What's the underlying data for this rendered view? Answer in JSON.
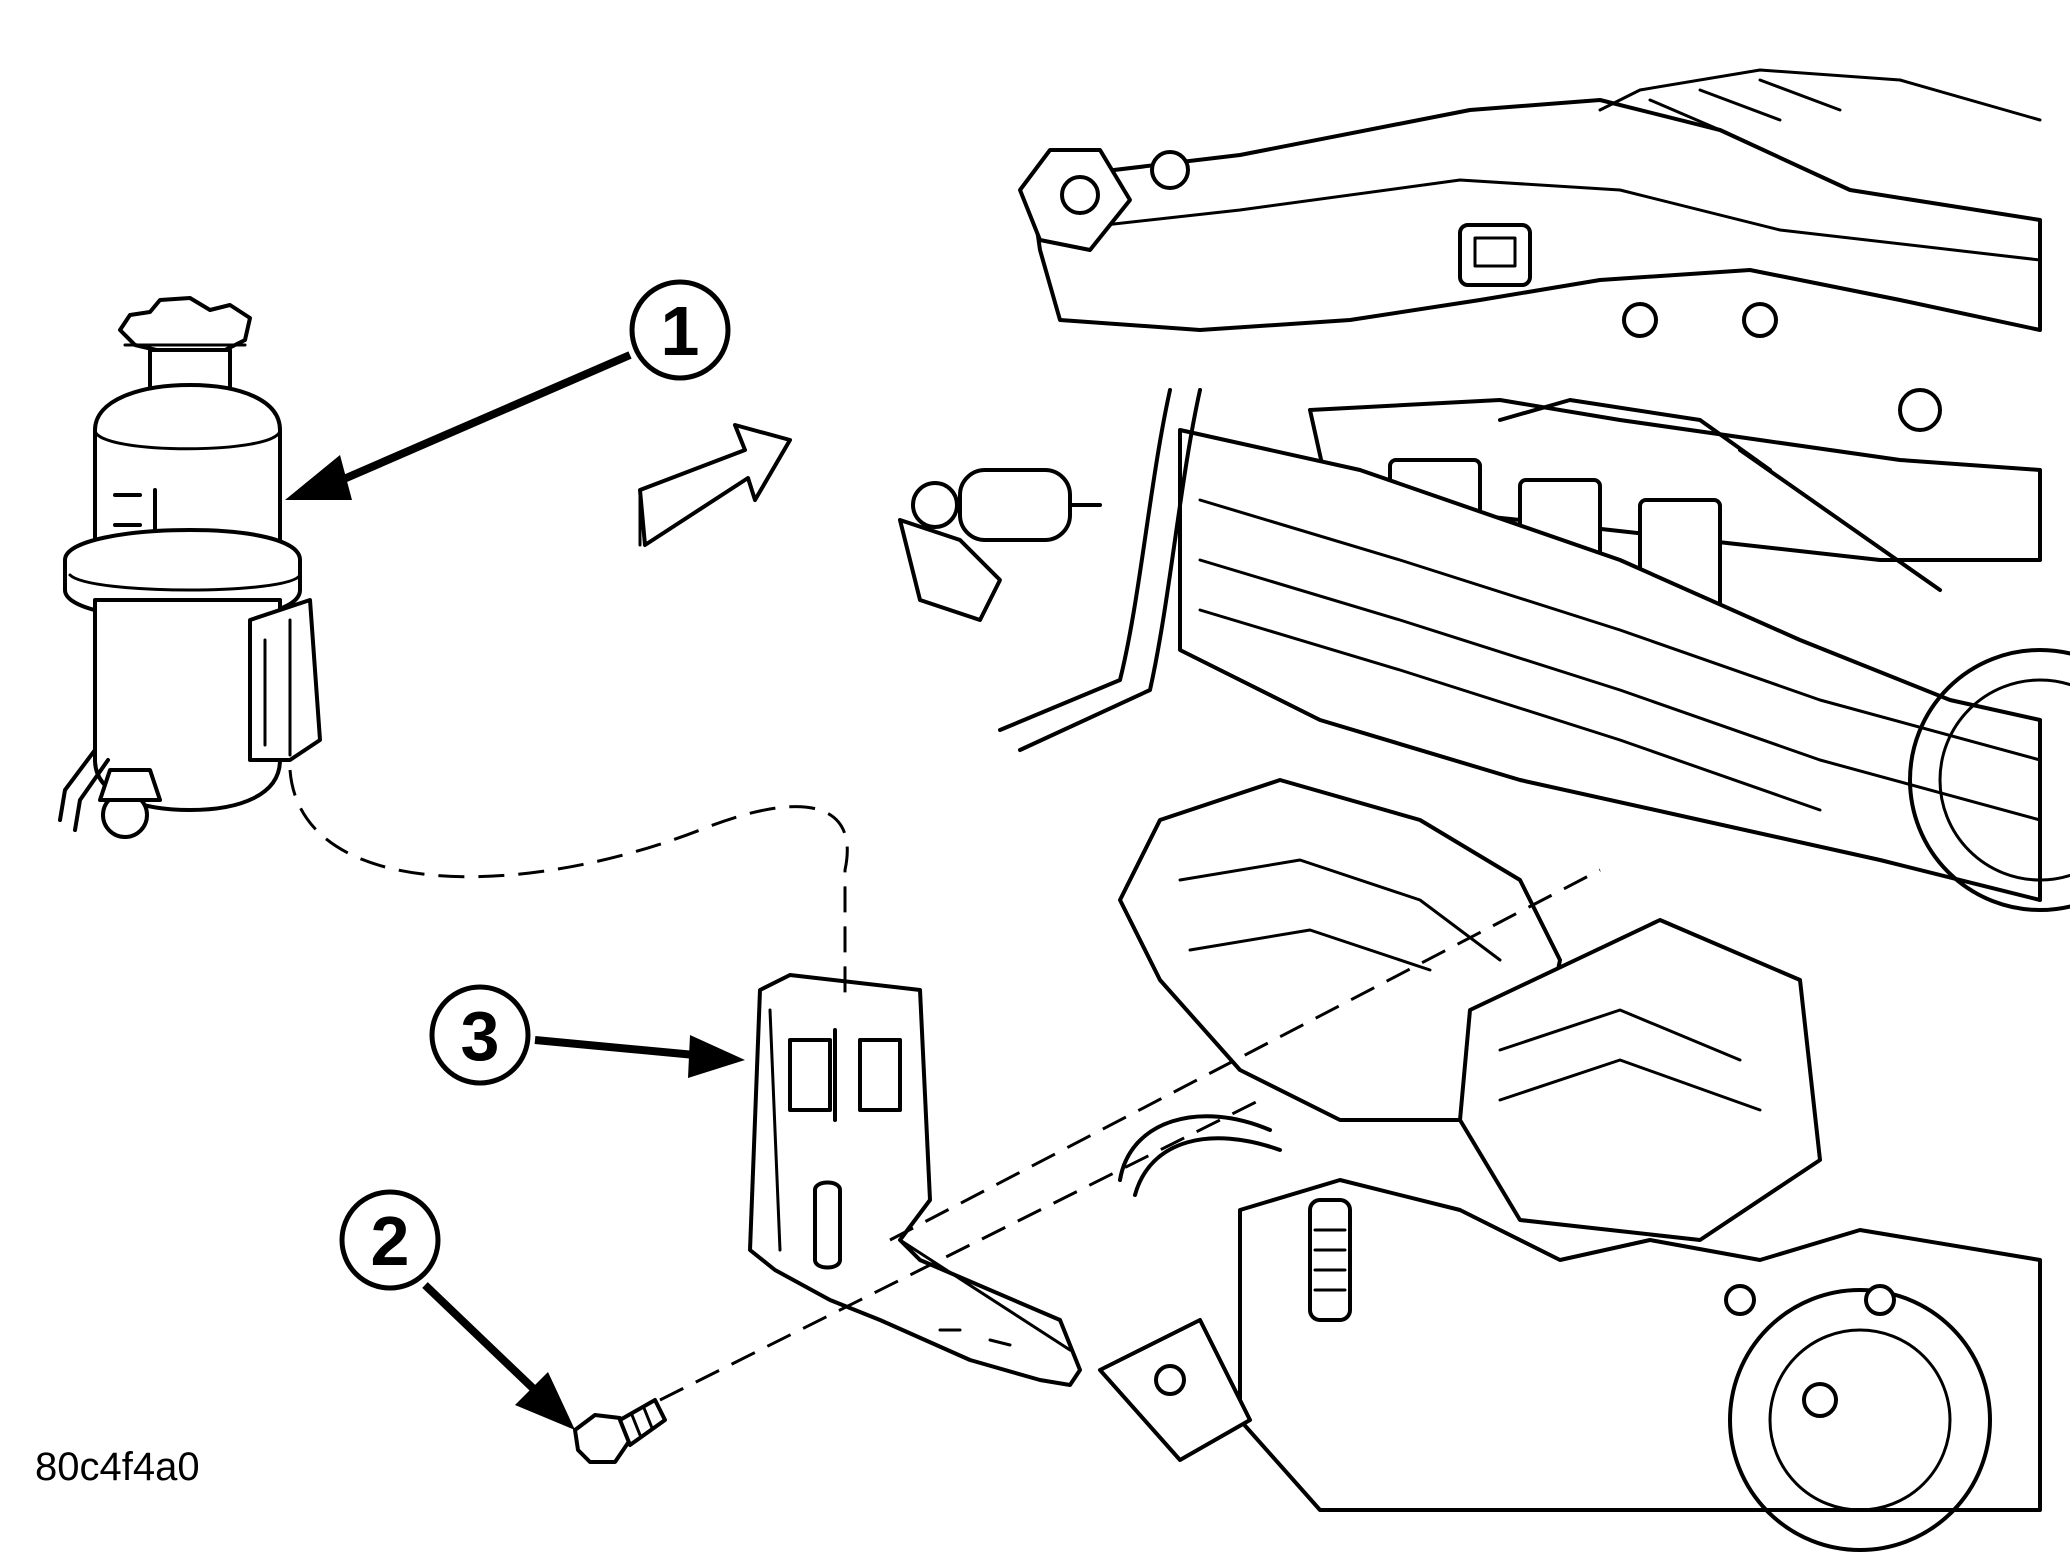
{
  "figure_id": "80c4f4a0",
  "callouts": [
    {
      "number": "1",
      "part": "reservoir"
    },
    {
      "number": "2",
      "part": "bolt"
    },
    {
      "number": "3",
      "part": "bracket"
    }
  ],
  "colors": {
    "line": "#000000",
    "background": "#ffffff"
  },
  "icons": [
    "direction-arrow-icon"
  ]
}
